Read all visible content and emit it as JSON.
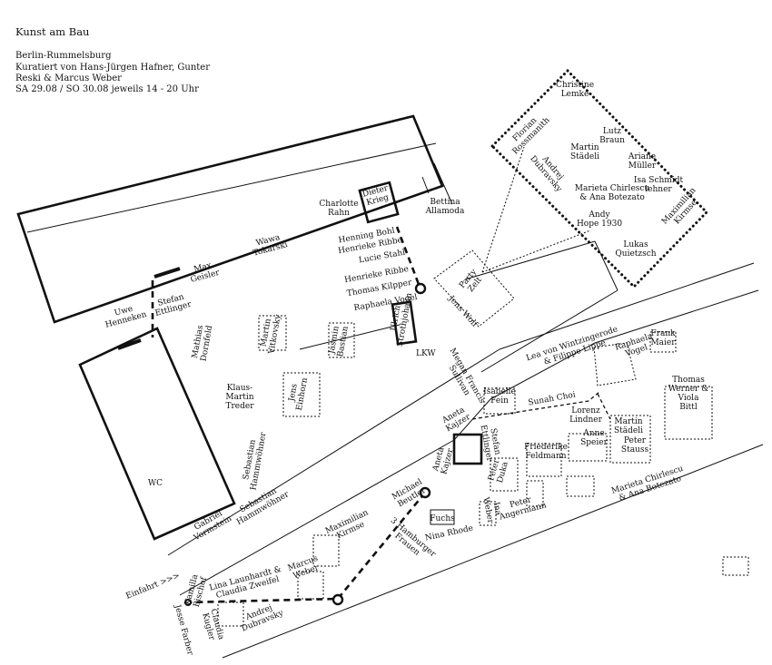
{
  "header": {
    "title": "Kunst am Bau",
    "location": "Berlin-Rummelsburg",
    "curators_1": "Kuratiert von Hans-Jürgen Hafner, Gunter",
    "curators_2": "Reski & Marcus Weber",
    "dates": "SA 29.08 / SO 30.08 jeweils 14 - 20 Uhr"
  },
  "map": {
    "wc": "WC",
    "party_zelt": "Party\nZelt",
    "entrance": "Einfahrt >>>",
    "lkw": "LKW",
    "artists": {
      "christine_lemke": "Christine\nLemke",
      "florian_rossmanith": "Florian\nRossmanith",
      "lutz_braun": "Lutz\nBraun",
      "martin_staedeli_top": "Martin\nStädeli",
      "ariane_mueller": "Ariane\nMüller",
      "andrej_dubravsky_top": "Andrej\nDubravsky",
      "isa_schmidlehner": "Isa Schmidt\nlehner",
      "chirlescu_botezato_top": "Marieta Chirlescu\n& Ana Botezato",
      "andy_hope": "Andy\nHope 1930",
      "maximilian_kirmse_top": "Maximilian\nKirmse",
      "lukas_quietzsch": "Lukas\nQuietzsch",
      "jens_wolf": "Jens Wolf",
      "dieter_krieg": "Dieter\nKrieg",
      "bettina_allamoda": "Bettina\nAllamoda",
      "charlotte_rahn": "Charlotte\nRahn",
      "henning_bohl": "Henning Bohl",
      "henrieke_ribbe": "Henrieke Ribbe",
      "lucie_stahl": "Lucie Stahl",
      "henrieke_ribbe_2": "Henrieke Ribbe",
      "thomas_kilpper": "Thomas Kilpper",
      "raphaela_vogel": "Raphaela Vogel",
      "ulrich_strothjohann": "Ulrich\nStrothjohann",
      "wawa_tokarski": "Wawa\nTokarski",
      "max_geisler": "Max\nGeisler",
      "uwe_henneken": "Uwe\nHenneken",
      "stefan_ettlinger": "Stefan\nEttlinger",
      "mathias_dornfeld": "Mathias\nDornfeld",
      "martin_vitkovsky": "Martin\nVitkovsky",
      "jasmin_bastian": "Jasmin\nBastian",
      "jens_einhorn": "Jens\nEinhorn",
      "klaus_martin_treder": "Klaus-\nMartin\nTreder",
      "sebastian_hammwoehner_v": "Sebastian\nHammwöhner",
      "sebastian_hammwoehner": "Sebastian\nHammwöhner",
      "gabriel_vormstein": "Gabriel\nVormstein",
      "megan_francis_sullivan": "Megan Francis\nSullivan",
      "lea_von_wintzingerode": "Lea von Wintzingerode\n& Filippe Lippe",
      "raphaela_vogel_2": "Raphaela\nVogel",
      "frank_maier": "Frank\nMaier",
      "isabelle_fein": "Isabelle\nFein",
      "sunah_choi": "Sunah Choi",
      "thomas_werner_viola_bittl": "Thomas\nWerner &\nViola\nBittl",
      "aneta_kajzer_1": "Aneta\nKajzer",
      "stefan_ettlinger_2": "Stefan\nEttlinger",
      "lorenz_lindner": "Lorenz\nLindner",
      "anne_speier": "Anne\nSpeier",
      "martin_staedeli_2": "Martin\nStädeli",
      "peter_stauss": "Peter\nStauss",
      "friederike_feldmann": "Friederike\nFeldmann",
      "aneta_kajzer_2": "Aneta\nKajzer",
      "peter_duka": "Peter\nDuka",
      "chirlescu_botezato_2": "Marieta Chirlescu\n& Ana Botezato",
      "michael_beutler": "Michael\nBeutler",
      "ina_weber": "Ina\nWeber",
      "peter_angermann": "Peter\nAngermann",
      "fuchs": "Fuchs",
      "nina_rhode": "Nina Rhode",
      "hamburger_frauen": "3 Hamburger\nFrauen",
      "maximilian_kirmse_2": "Maximilian\nKirmse",
      "marcus_weber": "Marcus\nWeber",
      "kamilla_bischof": "Kamilla\nBischof",
      "lina_claudia": "Lina Launhardt &\nClaudia Zweifel",
      "claudia_kugler": "Claudia\nKugler",
      "andrej_dubravsky_2": "Andrej\nDubravsky",
      "jesse_farber": "Jesse Farber"
    }
  }
}
